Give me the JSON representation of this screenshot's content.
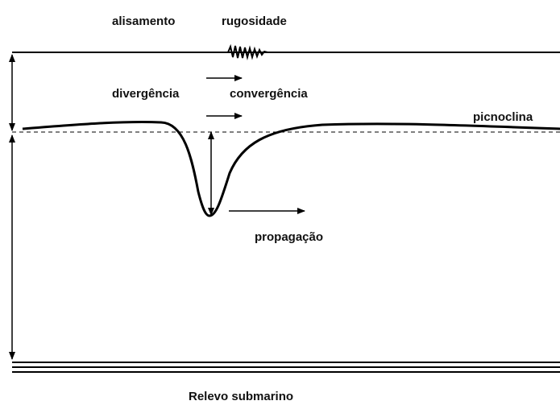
{
  "labels": {
    "smoothing": "alisamento",
    "roughness": "rugosidade",
    "divergence": "divergência",
    "convergence": "convergência",
    "pycnocline": "picnoclina",
    "propagation": "propagação",
    "seabed": "Relevo submarino"
  }
}
